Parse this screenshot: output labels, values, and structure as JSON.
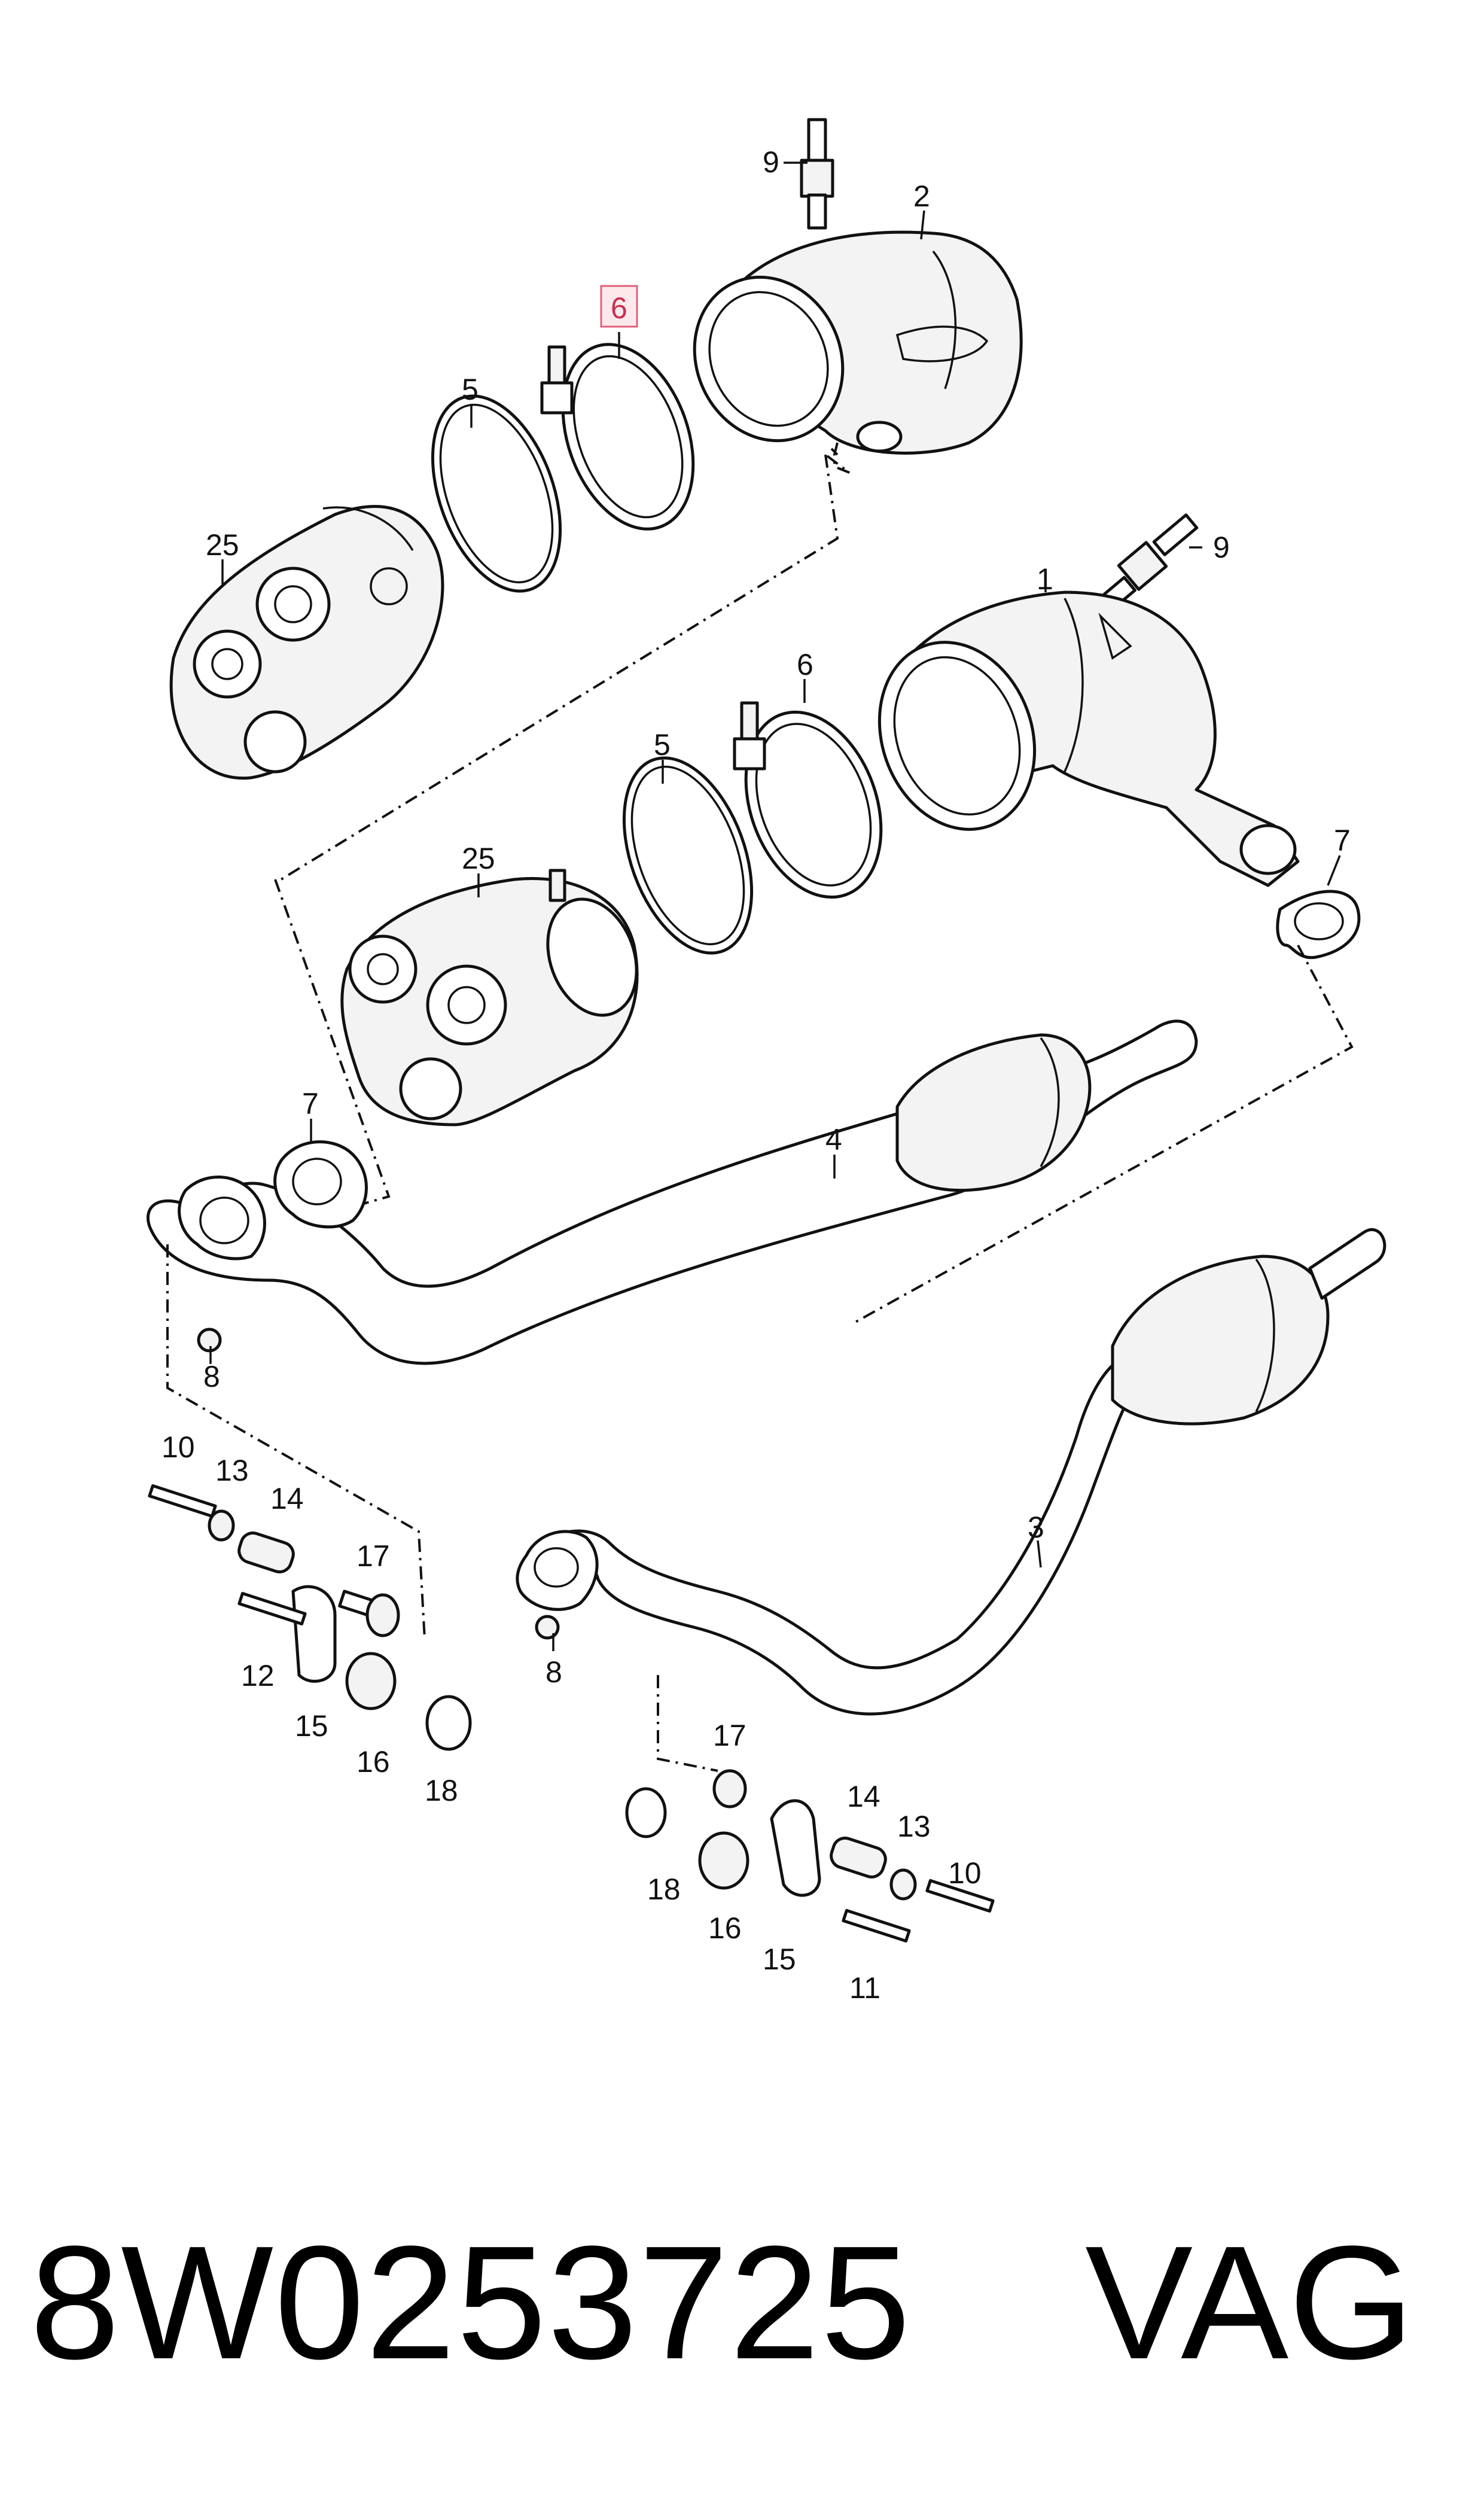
{
  "callouts": {
    "c1": "1",
    "c2": "2",
    "c3": "3",
    "c4": "4",
    "c5a": "5",
    "c5b": "5",
    "c6a": "6",
    "c6b": "6",
    "c7a": "7",
    "c7b": "7",
    "c8a": "8",
    "c8b": "8",
    "c9a": "9",
    "c9b": "9",
    "c10a": "10",
    "c10b": "10",
    "c11": "11",
    "c12": "12",
    "c13a": "13",
    "c13b": "13",
    "c14a": "14",
    "c14b": "14",
    "c15a": "15",
    "c15b": "15",
    "c16a": "16",
    "c16b": "16",
    "c17a": "17",
    "c17b": "17",
    "c18a": "18",
    "c18b": "18",
    "c25a": "25",
    "c25b": "25"
  },
  "highlighted_callout": "6",
  "highlight_color": "#e0607a",
  "footer": {
    "part_number": "8W0253725",
    "brand": "VAG"
  }
}
